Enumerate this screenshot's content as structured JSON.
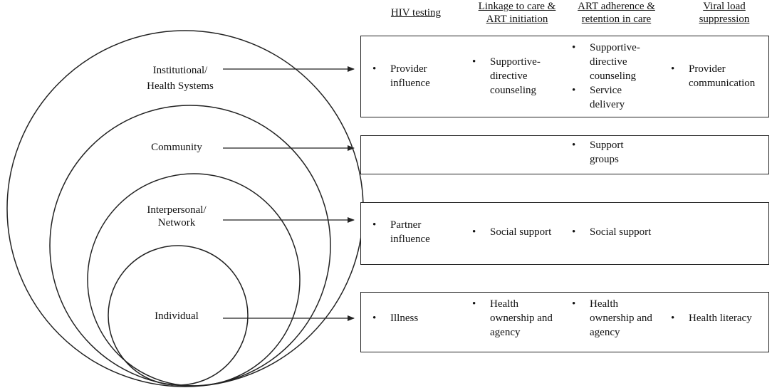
{
  "columns": [
    {
      "lines": [
        "HIV testing"
      ]
    },
    {
      "lines": [
        "Linkage to care &",
        "ART initiation"
      ]
    },
    {
      "lines": [
        "ART adherence &",
        "retention in care"
      ]
    },
    {
      "lines": [
        "Viral load",
        "suppression"
      ]
    }
  ],
  "levels": [
    {
      "label": [
        "Institutional/",
        "Health Systems"
      ],
      "cells": [
        [
          [
            "Provider",
            "influence"
          ]
        ],
        [
          [
            "Supportive-",
            "directive",
            "counseling"
          ]
        ],
        [
          [
            "Supportive-",
            "directive",
            "counseling"
          ],
          [
            "Service",
            "delivery"
          ]
        ],
        [
          [
            "Provider",
            "communication"
          ]
        ]
      ]
    },
    {
      "label": [
        "Community"
      ],
      "cells": [
        [],
        [],
        [
          [
            "Support",
            "groups"
          ]
        ],
        []
      ]
    },
    {
      "label": [
        "Interpersonal/",
        "Network"
      ],
      "cells": [
        [
          [
            "Partner",
            "influence"
          ]
        ],
        [
          [
            "Social support"
          ]
        ],
        [
          [
            "Social support"
          ]
        ],
        []
      ]
    },
    {
      "label": [
        "Individual"
      ],
      "cells": [
        [
          [
            "Illness"
          ]
        ],
        [
          [
            "Health",
            "ownership and",
            "agency"
          ]
        ],
        [
          [
            "Health",
            "ownership and",
            "agency"
          ]
        ],
        [
          [
            "Health literacy"
          ]
        ]
      ]
    }
  ],
  "colors": {
    "line": "#222222",
    "text": "#111111",
    "background": "#ffffff"
  }
}
